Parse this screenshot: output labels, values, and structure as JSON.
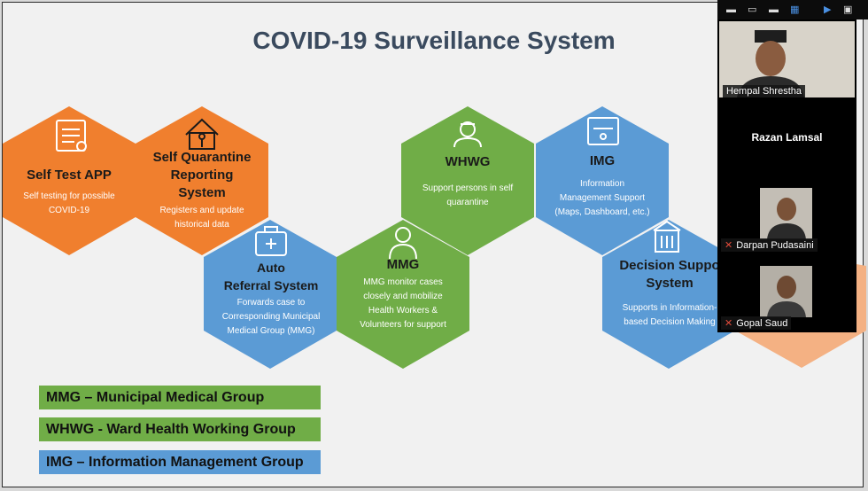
{
  "slide": {
    "title": "COVID-19 Surveillance System",
    "hexagons": [
      {
        "id": "self-test",
        "title": "Self Test APP",
        "desc": [
          "Self testing for possible",
          "COVID-19"
        ],
        "color": "#f07f2e",
        "icon": "checklist-icon"
      },
      {
        "id": "self-quarantine",
        "title": "Self Quarantine Reporting System",
        "title_lines": [
          "Self Quarantine",
          "Reporting",
          "System"
        ],
        "desc": [
          "Registers and update",
          "historical data"
        ],
        "color": "#f07f2e",
        "icon": "house-person-icon"
      },
      {
        "id": "auto-referral",
        "title_lines": [
          "Auto",
          "Referral System"
        ],
        "desc": [
          "Forwards case to",
          "Corresponding Municipal",
          "Medical Group (MMG)"
        ],
        "color": "#5b9bd5",
        "icon": "medical-kit-icon"
      },
      {
        "id": "mmg",
        "title_lines": [
          "MMG"
        ],
        "desc": [
          "MMG monitor cases",
          "closely and mobilize",
          "Health Workers &",
          "Volunteers for support"
        ],
        "color": "#70ad47",
        "icon": "doctor-icon"
      },
      {
        "id": "whwg",
        "title_lines": [
          "WHWG"
        ],
        "desc": [
          "Support persons in self",
          "quarantine"
        ],
        "color": "#70ad47",
        "icon": "nurse-icon"
      },
      {
        "id": "img",
        "title_lines": [
          "IMG"
        ],
        "desc": [
          "Information",
          "Management Support",
          "(Maps, Dashboard, etc.)"
        ],
        "color": "#5b9bd5",
        "icon": "folder-network-icon"
      },
      {
        "id": "decision-support",
        "title_lines": [
          "Decision Suppo",
          "System"
        ],
        "desc": [
          "Supports in Information-",
          "based Decision Making"
        ],
        "color": "#5b9bd5",
        "icon": "building-icon"
      }
    ],
    "legend": [
      {
        "label": "MMG – Municipal Medical Group",
        "color": "#70ad47"
      },
      {
        "label": "WHWG - Ward Health Working Group",
        "color": "#70ad47"
      },
      {
        "label": "IMG – Information Management Group",
        "color": "#5b9bd5"
      }
    ],
    "partial_hex_color": "#f4b183"
  },
  "participants": {
    "p1": {
      "name": "Hempal Shrestha"
    },
    "p2": {
      "name": "Razan Lamsal"
    },
    "p3": {
      "name": "Darpan Pudasaini"
    },
    "p4": {
      "name": "Gopal Saud"
    }
  }
}
